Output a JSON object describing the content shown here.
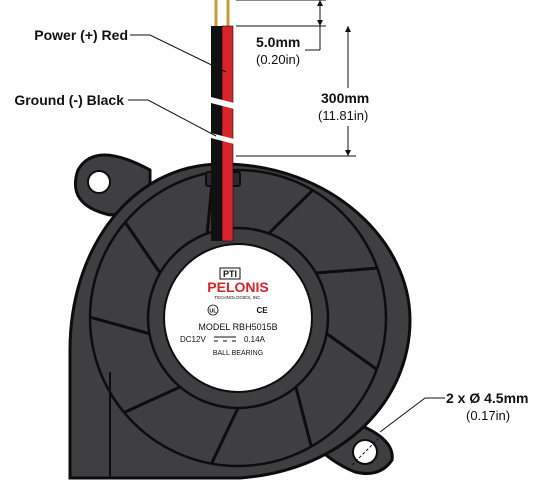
{
  "labels": {
    "power_wire": "Power (+) Red",
    "ground_wire": "Ground (-) Black",
    "strip_length_mm": "5.0mm",
    "strip_length_in": "(0.20in)",
    "lead_length_mm": "300mm",
    "lead_length_in": "(11.81in)",
    "hole_mm": "2 x Ø 4.5mm",
    "hole_in": "(0.17in)"
  },
  "hub_label": {
    "brand_mark": "PTI",
    "brand": "PELONIS",
    "brand_sub": "TECHNOLOGIES, INC.",
    "model": "MODEL RBH5015B",
    "voltage": "DC12V",
    "current": "0.14A",
    "bearing": "BALL BEARING"
  },
  "colors": {
    "fan_body": "#3f3f42",
    "fan_outline": "#0d0d0d",
    "wire_red": "#d8232a",
    "wire_black": "#111111",
    "brand_red": "#d8232a",
    "hub_white": "#ffffff"
  },
  "icons": {
    "certification_1": "ul-mark-icon",
    "certification_2": "ce-mark-icon",
    "dc_symbol": "dc-symbol-icon"
  }
}
